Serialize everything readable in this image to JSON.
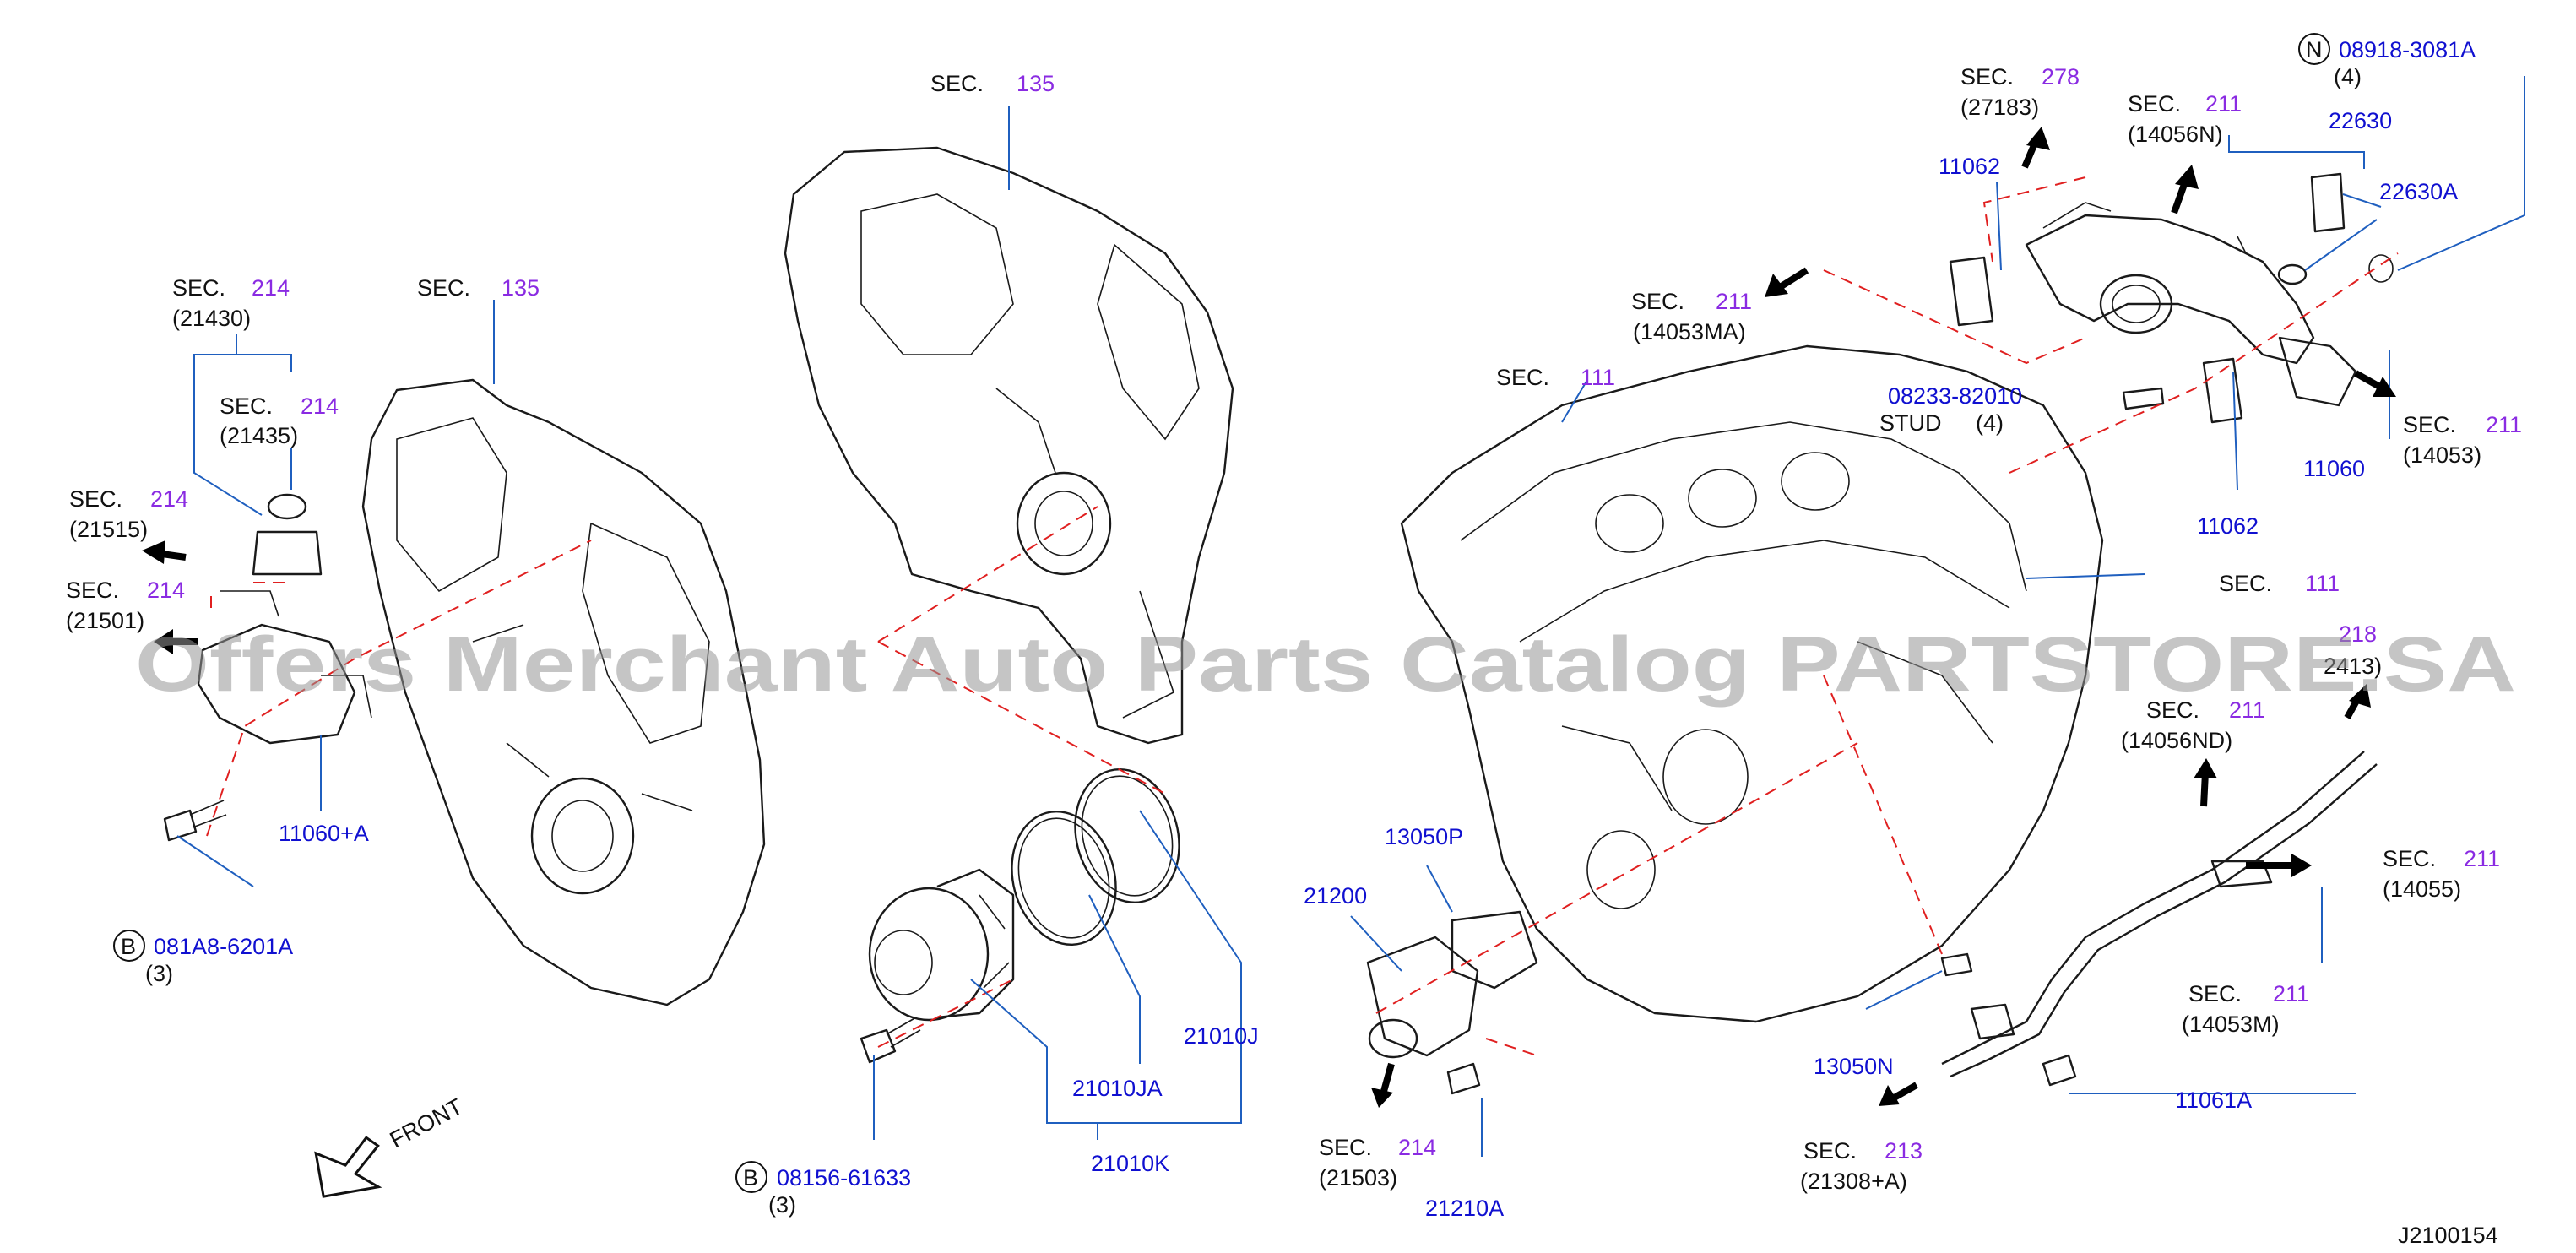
{
  "diagram_code": "J2100154",
  "watermark": "Offers Merchant Auto Parts Catalog PARTSTORE.SA",
  "front_label": "FRONT",
  "labels": {
    "sec214_a_word": "SEC.",
    "sec214_a_num": "214",
    "sec214_a_code": "(21430)",
    "sec214_b_word": "SEC.",
    "sec214_b_num": "214",
    "sec214_b_code": "(21435)",
    "sec214_c_word": "SEC.",
    "sec214_c_num": "214",
    "sec214_c_code": "(21515)",
    "sec214_d_word": "SEC.",
    "sec214_d_num": "214",
    "sec214_d_code": "(21501)",
    "part_11060a": "11060+A",
    "bolt_b1_letter": "B",
    "bolt_b1_part": "081A8-6201A",
    "bolt_b1_qty": "(3)",
    "sec135_a_word": "SEC.",
    "sec135_a_num": "135",
    "sec135_b_word": "SEC.",
    "sec135_b_num": "135",
    "part_21010j": "21010J",
    "part_21010ja": "21010JA",
    "part_21010k": "21010K",
    "bolt_b2_letter": "B",
    "bolt_b2_part": "08156-61633",
    "bolt_b2_qty": "(3)",
    "sec111_a_word": "SEC.",
    "sec111_a_num": "111",
    "sec111_b_word": "SEC.",
    "sec111_b_num": "111",
    "sec211_a_word": "SEC.",
    "sec211_a_num": "211",
    "sec211_a_code": "(14053MA)",
    "sec278_word": "SEC.",
    "sec278_num": "278",
    "sec278_code": "(27183)",
    "part_11062_a": "11062",
    "part_11062_b": "11062",
    "sec211_b_word": "SEC.",
    "sec211_b_num": "211",
    "sec211_b_code": "(14056N)",
    "nut_letter": "N",
    "nut_part": "08918-3081A",
    "nut_qty": "(4)",
    "part_22630": "22630",
    "part_22630a": "22630A",
    "stud_part": "08233-82010",
    "stud_word": "STUD",
    "stud_qty": "(4)",
    "part_11060": "11060",
    "sec211_c_word": "SEC.",
    "sec211_c_num": "211",
    "sec211_c_code": "(14053)",
    "sec2x8_num": "218",
    "sec2x8_code": "2413)",
    "sec211_d_word": "SEC.",
    "sec211_d_num": "211",
    "sec211_d_code": "(14056ND)",
    "sec211_e_word": "SEC.",
    "sec211_e_num": "211",
    "sec211_e_code": "(14055)",
    "sec211_f_word": "SEC.",
    "sec211_f_num": "211",
    "sec211_f_code": "(14053M)",
    "part_13050p": "13050P",
    "part_21200": "21200",
    "part_13050n": "13050N",
    "part_11061a": "11061A",
    "part_21210a": "21210A",
    "sec214_e_word": "SEC.",
    "sec214_e_num": "214",
    "sec214_e_code": "(21503)",
    "sec213_word": "SEC.",
    "sec213_num": "213",
    "sec213_code": "(21308+A)"
  },
  "colors": {
    "part_number_blue": "#1010d0",
    "section_number_purple": "#8a2be2",
    "leader_line": "#1f5fbf",
    "centerline_red": "#e02020",
    "text_black": "#111111"
  }
}
